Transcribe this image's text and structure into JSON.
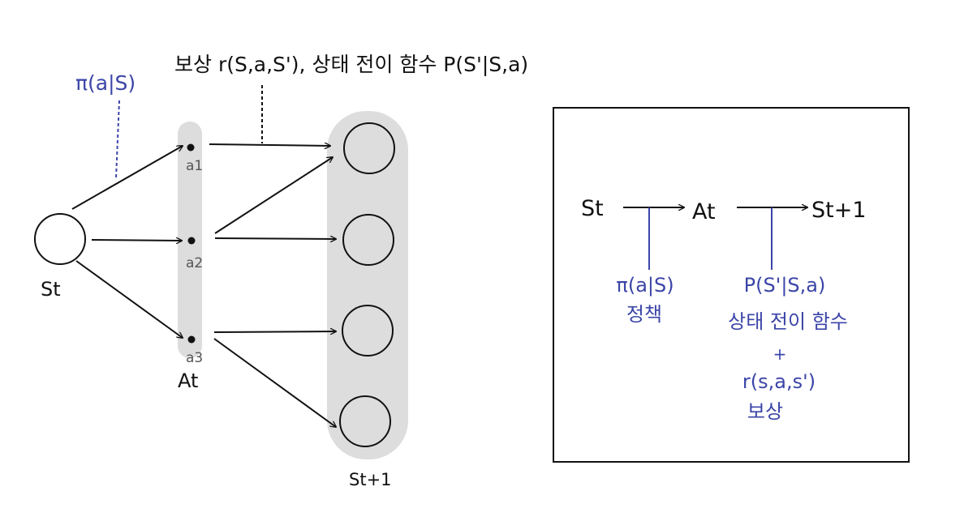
{
  "left": {
    "top_label": "보상 r(S,a,S'), 상태 전이 함수 P(S'|S,a)",
    "policy_label": "π(a|S)",
    "state_label": "St",
    "action_labels": [
      "a1",
      "a2",
      "a3"
    ],
    "action_set_label": "At",
    "next_state_label": "St+1"
  },
  "right": {
    "state": "St",
    "action": "At",
    "next_state": "St+1",
    "policy_formula": "π(a|S)",
    "policy_caption": "정책",
    "transition_formula": "P(S'|S,a)",
    "transition_caption": "상태 전이 함수",
    "plus": "+",
    "reward_formula": "r(s,a,s')",
    "reward_caption": "보상"
  },
  "colors": {
    "ink": "#111111",
    "annotation": "#3b45a8",
    "band": "#dddddd"
  }
}
